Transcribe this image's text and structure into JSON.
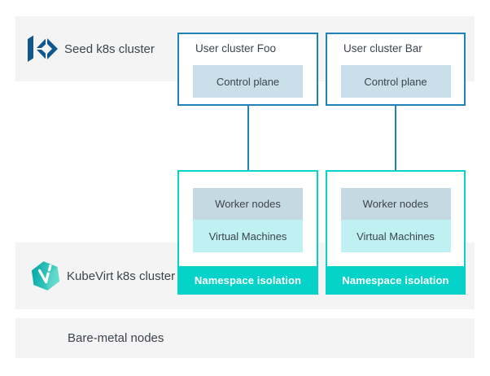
{
  "bands": {
    "seed": {
      "label": "Seed k8s cluster"
    },
    "kubevirt": {
      "label": "KubeVirt k8s cluster"
    },
    "baremetal": {
      "label": "Bare-metal nodes"
    }
  },
  "user_clusters": [
    {
      "title": "User cluster Foo",
      "control_plane": "Control plane"
    },
    {
      "title": "User cluster Bar",
      "control_plane": "Control plane"
    }
  ],
  "node_groups": [
    {
      "worker": "Worker nodes",
      "vms": "Virtual Machines",
      "isolation": "Namespace isolation"
    },
    {
      "worker": "Worker nodes",
      "vms": "Virtual Machines",
      "isolation": "Namespace isolation"
    }
  ],
  "icons": {
    "seed_logo": "kubermatic-logo",
    "kubevirt_logo": "kubevirt-logo"
  },
  "colors": {
    "band_background": "#f4f4f4",
    "user_box_border": "#1e82b8",
    "connector": "#1e82b8",
    "control_plane_fill": "#c9e0eb",
    "worker_fill": "#c5d9e3",
    "vms_fill": "#c0f1f2",
    "isolation_teal": "#05d2c9",
    "kubermatic_blue": "#11568c",
    "kubevirt_teal": "#00b2b0",
    "text_dark": "#3d444b"
  }
}
